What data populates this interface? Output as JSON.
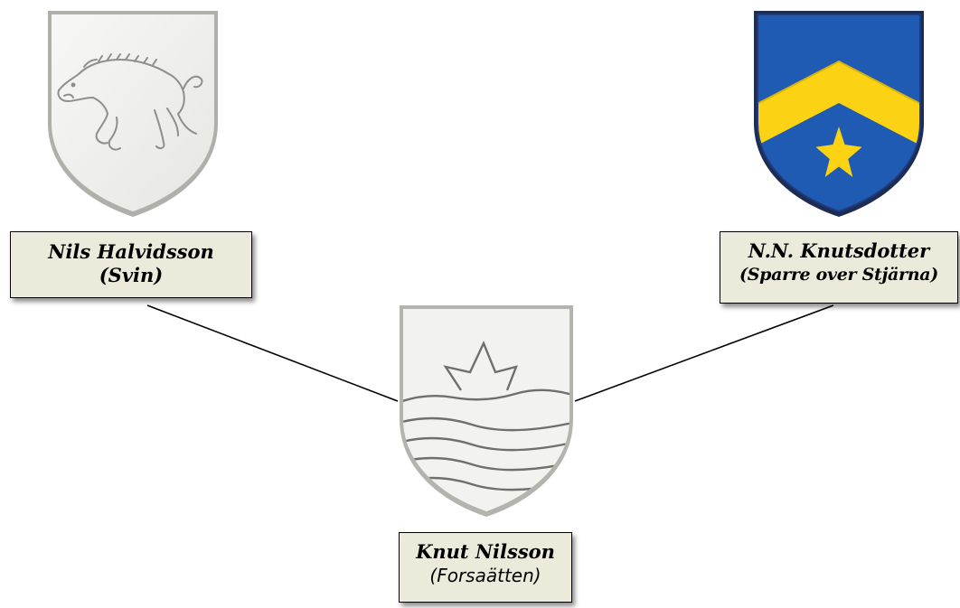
{
  "nodes": {
    "nils": {
      "name": "Nils Halvidsson",
      "arms": "(Svin)",
      "shield_icon": "shield-boar-icon"
    },
    "nn": {
      "name": "N.N. Knutsdotter",
      "arms": "(Sparre over Stjärna)",
      "shield_icon": "shield-chevron-star-icon"
    },
    "knut": {
      "name": "Knut Nilsson",
      "arms": "(Forsaätten)",
      "shield_icon": "shield-star-waves-icon"
    }
  },
  "colors": {
    "label_bg": "#ecebdb",
    "shield_silver": "#f2f2ef",
    "shield_blue": "#1f5bb3",
    "or_yellow": "#fbd314",
    "line": "#000000"
  }
}
